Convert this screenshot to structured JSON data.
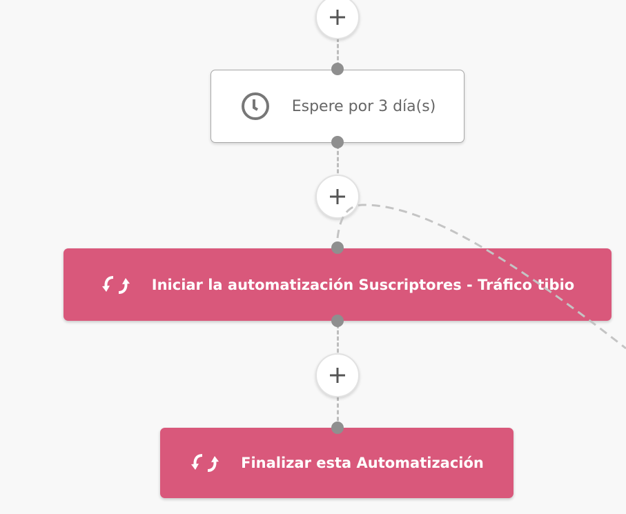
{
  "flow": {
    "wait_step": {
      "label": "Espere por 3 día(s)",
      "icon": "clock-icon"
    },
    "start_automation_step": {
      "label": "Iniciar la automatización Suscriptores - Tráfico tibio",
      "icon": "sync-icon"
    },
    "end_automation_step": {
      "label": "Finalizar esta Automatización",
      "icon": "sync-icon"
    },
    "add_step_icon": "plus-icon"
  },
  "colors": {
    "action_pink": "#d9587b",
    "connector_gray": "#8f8f8f",
    "background": "#f8f8f8"
  }
}
